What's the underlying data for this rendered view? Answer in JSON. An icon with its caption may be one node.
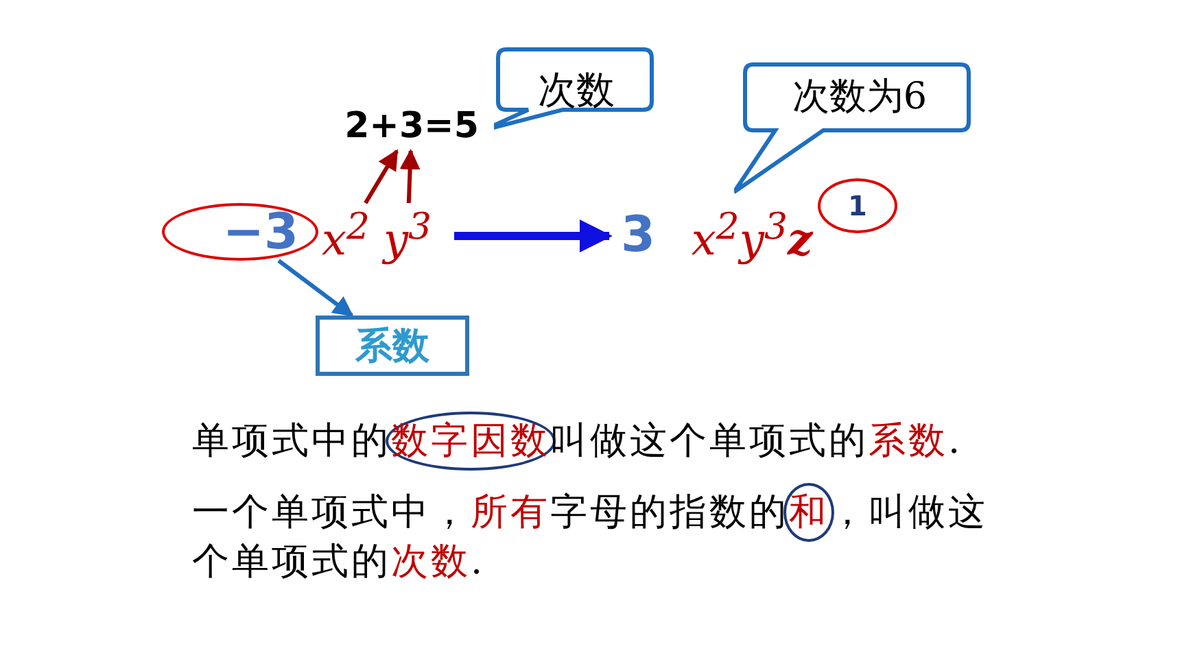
{
  "diagram": {
    "nodes": [
      {
        "text": [
          "2+3=5"
        ]
      },
      {
        "text": [
          "次数"
        ]
      },
      {
        "text": [
          "−3"
        ]
      },
      {
        "text": [
          "x$^{2}$"
        ]
      },
      {
        "text": [
          "y$^{3}$"
        ]
      },
      {
        "text": [
          "系数"
        ]
      },
      {
        "text": [
          "3"
        ]
      },
      {
        "text": [
          "x$^{2}$y$^{3}$**z**"
        ]
      },
      {
        "text": [
          "1"
        ]
      },
      {
        "text": [
          "次数为6"
        ]
      },
      {
        "text": [
          "数字因数"
        ]
      },
      {
        "text": [
          "和"
        ]
      }
    ],
    "edges": [
      {
        "from": 3,
        "to": 0,
        "arrow": "to",
        "color": "#a00000"
      },
      {
        "from": 4,
        "to": 0,
        "arrow": "to",
        "color": "#a00000"
      },
      {
        "from": 2,
        "to": 5,
        "arrow": "to",
        "color": "#1f6fc0"
      },
      {
        "from": 4,
        "to": 6,
        "arrow": "to",
        "style": "thick",
        "color": "#1010e0"
      }
    ],
    "labels": [
      "单项式中的",
      "叫做这个单项式的",
      "系数",
      ".",
      "一个单项式中，",
      "所有",
      "字母的指数的",
      "，叫做这个单项式的",
      "次数",
      "."
    ]
  }
}
